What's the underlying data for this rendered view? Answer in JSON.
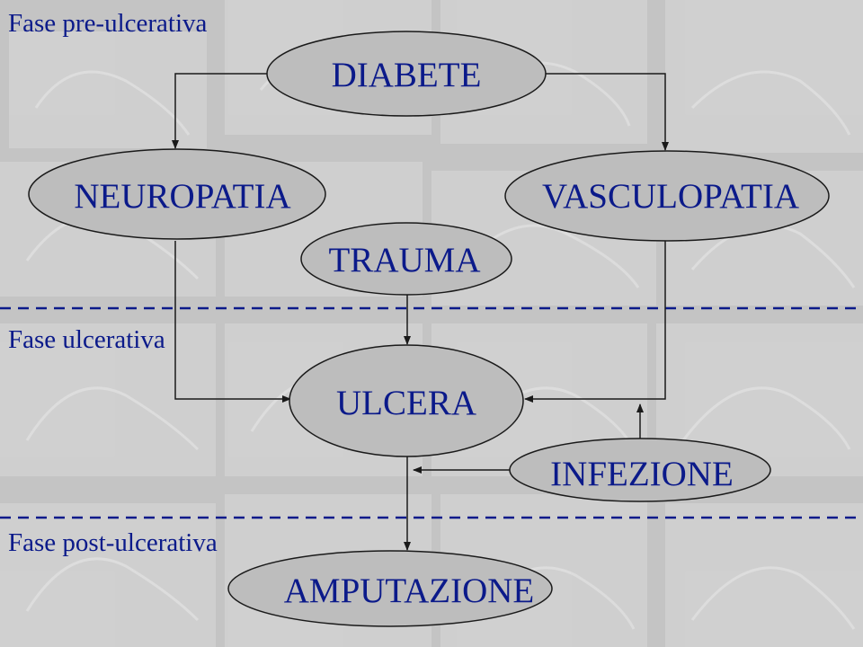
{
  "phases": {
    "pre": "Fase pre-ulcerativa",
    "ulcerative": "Fase ulcerativa",
    "post": "Fase post-ulcerativa"
  },
  "nodes": {
    "diabete": "DIABETE",
    "neuropatia": "NEUROPATIA",
    "vasculopatia": "VASCULOPATIA",
    "trauma": "TRAUMA",
    "ulcera": "ULCERA",
    "infezione": "INFEZIONE",
    "amputazione": "AMPUTAZIONE"
  },
  "colors": {
    "text": "#0b1a8a",
    "ellipse_fill": "#bdbdbd",
    "ellipse_stroke": "#1a1a1a",
    "background": "#c4c4c4",
    "tile_light": "#d3d3d3",
    "tile_dark": "#b9b9b9",
    "connector": "#1a1a1a"
  }
}
